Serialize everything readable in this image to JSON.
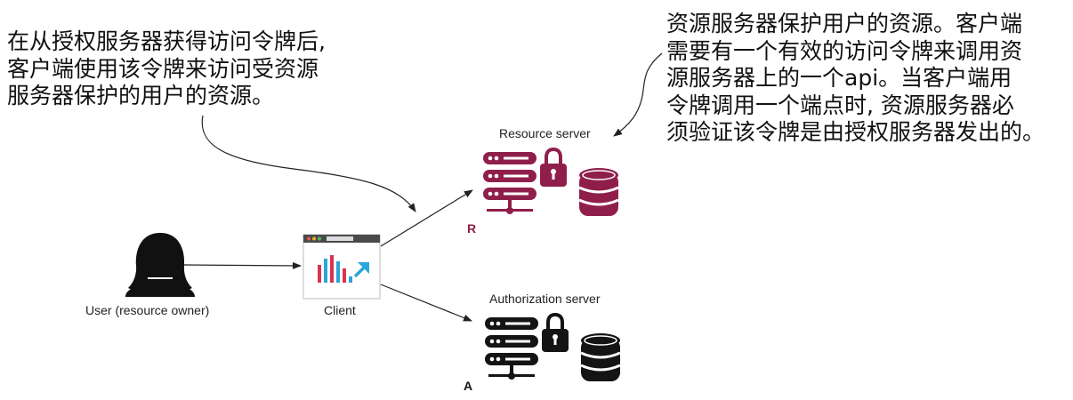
{
  "colors": {
    "resource": "#8f1f4a",
    "authorization": "#141414",
    "user": "#111111",
    "chart_blue": "#2aa6d8",
    "chart_red": "#d9344f"
  },
  "notes": {
    "left": [
      "在从授权服务器获得访问令牌后,",
      "客户端使用该令牌来访问受资源",
      "服务器保护的用户的资源。"
    ],
    "right": [
      "资源服务器保护用户的资源。客户端",
      "需要有一个有效的访问令牌来调用资",
      "源服务器上的一个api。当客户端用",
      "令牌调用一个端点时, 资源服务器必",
      "须验证该令牌是由授权服务器发出的。"
    ]
  },
  "nodes": {
    "user": {
      "label": "User (resource owner)",
      "icon": "user-silhouette-icon"
    },
    "client": {
      "label": "Client",
      "icon": "browser-window-icon"
    },
    "resource_server": {
      "label": "Resource server",
      "letter": "R",
      "icon": "server-lock-icon"
    },
    "authorization_server": {
      "label": "Authorization server",
      "letter": "A",
      "icon": "server-lock-icon"
    }
  }
}
